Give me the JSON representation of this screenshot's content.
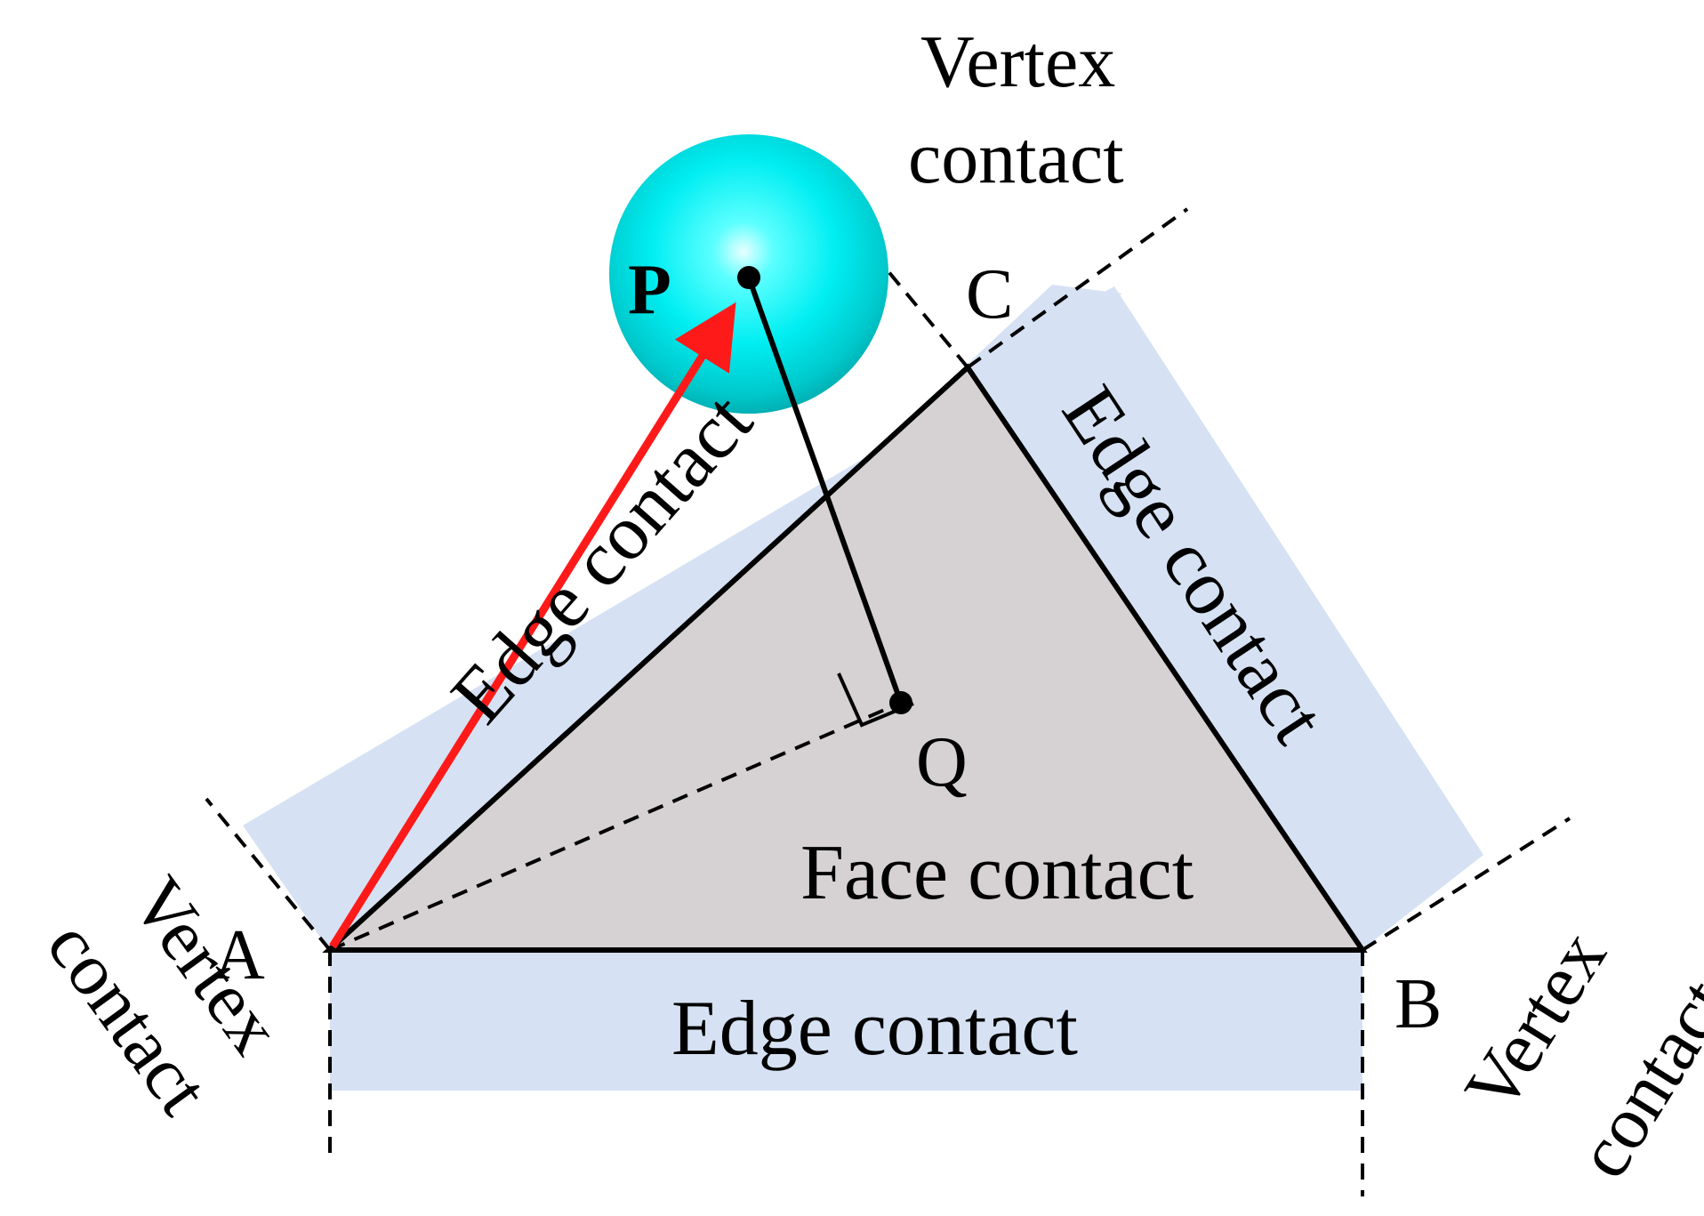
{
  "labels": {
    "vertex_top_line1": "Vertex",
    "vertex_top_line2": "contact",
    "vertex_left_line1": "Vertex",
    "vertex_left_line2": "contact",
    "vertex_right_line1": "Vertex",
    "vertex_right_line2": "contact",
    "edge_ac": "Edge contact",
    "edge_cb": "Edge contact",
    "edge_ab": "Edge contact",
    "face": "Face contact"
  },
  "points": {
    "a": "A",
    "b": "B",
    "c": "C",
    "p": "P",
    "q": "Q"
  },
  "colors": {
    "region_fill": "#d6e2f3",
    "triangle_fill": "#d6d2d3",
    "sphere": "#00f2f2",
    "arrow": "#ff1a1a"
  }
}
